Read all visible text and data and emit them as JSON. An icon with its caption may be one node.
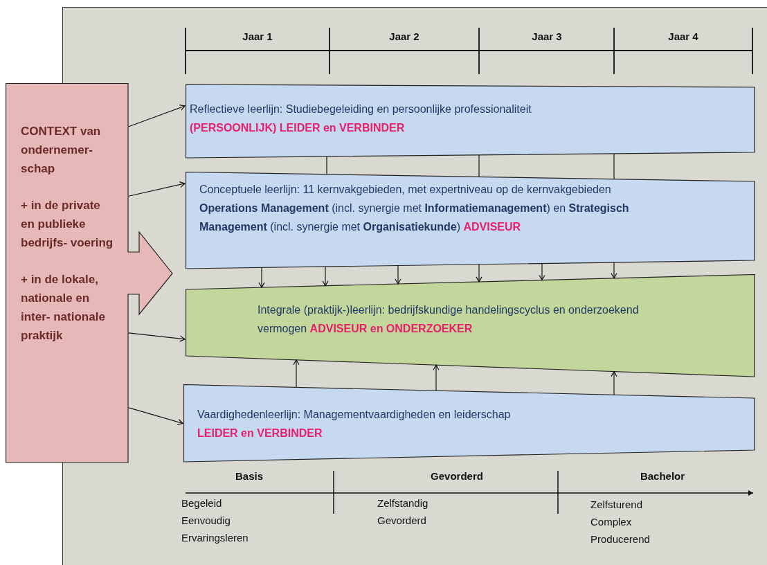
{
  "diagram": {
    "nodes": [
      {
        "text": [
          "CONTEXT van ondernemer- schap",
          "+ in de private en publieke bedrijfs- voering",
          "+ in de lokale, nationale en inter- nationale praktijk"
        ]
      },
      {
        "text": [
          "Reflectieve leerlijn: Studiebegeleiding en persoonlijke professionaliteit",
          "(PERSOONLIJK) LEIDER en VERBINDER"
        ]
      },
      {
        "text": [
          "Conceptuele leerlijn: 11 kernvakgebieden, met expertniveau op de kernvakgebieden **Operations Management** (incl. synergie met **Informatiemanagement**) en **Strategisch Management** (incl. synergie met **Organisatiekunde**)",
          "ADVISEUR"
        ]
      },
      {
        "text": [
          "Integrale (praktijk-)leerlijn: bedrijfskundige handelingscyclus en onderzoekend vermogen",
          "ADVISEUR en ONDERZOEKER"
        ]
      },
      {
        "text": [
          "Vaardighedenleerlijn: Managementvaardigheden en leiderschap",
          "LEIDER en VERBINDER"
        ]
      }
    ],
    "edges": [
      {
        "from": 0,
        "to": 1,
        "arrow": "to"
      },
      {
        "from": 0,
        "to": 2,
        "arrow": "to"
      },
      {
        "from": 0,
        "to": 3,
        "arrow": "to"
      },
      {
        "from": 0,
        "to": 4,
        "arrow": "to"
      },
      {
        "from": 1,
        "to": 2,
        "arrow": "none"
      },
      {
        "from": 1,
        "to": 2,
        "arrow": "none"
      },
      {
        "from": 1,
        "to": 2,
        "arrow": "none"
      },
      {
        "from": 2,
        "to": 3,
        "arrow": "to"
      },
      {
        "from": 2,
        "to": 3,
        "arrow": "to"
      },
      {
        "from": 2,
        "to": 3,
        "arrow": "to"
      },
      {
        "from": 2,
        "to": 3,
        "arrow": "to"
      },
      {
        "from": 2,
        "to": 3,
        "arrow": "to"
      },
      {
        "from": 2,
        "to": 3,
        "arrow": "to"
      },
      {
        "from": 4,
        "to": 3,
        "arrow": "to"
      },
      {
        "from": 4,
        "to": 3,
        "arrow": "to"
      },
      {
        "from": 4,
        "to": 3,
        "arrow": "to"
      }
    ],
    "labels": [
      "Jaar 1",
      "Jaar 2",
      "Jaar 3",
      "Jaar 4",
      "Basis",
      "Gevorderd",
      "Bachelor",
      "Begeleid",
      "Eenvoudig",
      "Ervaringsleren",
      "Zelfstandig",
      "Gevorderd",
      "Zelfsturend",
      "Complex",
      "Producerend"
    ]
  }
}
